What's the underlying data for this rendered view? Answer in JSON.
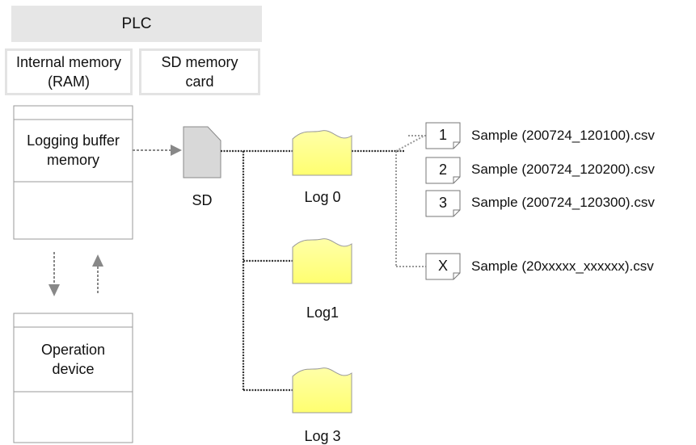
{
  "plc": {
    "title": "PLC",
    "internal_memory": "Internal memory\n(RAM)",
    "sd_card": "SD memory\ncard"
  },
  "buffer": {
    "label": "Logging buffer\nmemory"
  },
  "operation": {
    "label": "Operation\ndevice"
  },
  "sd": {
    "label": "SD"
  },
  "logs": [
    "Log 0",
    "Log1",
    "Log 3"
  ],
  "files": [
    {
      "id": "1",
      "name": "Sample (200724_120100).csv"
    },
    {
      "id": "2",
      "name": "Sample (200724_120200).csv"
    },
    {
      "id": "3",
      "name": "Sample (200724_120300).csv"
    },
    {
      "id": "X",
      "name": "Sample (20xxxxx_xxxxxx).csv"
    }
  ],
  "colors": {
    "folder": "#ffff88",
    "sd_card": "#d8d8d8",
    "plc_bar": "#e6e6e6",
    "connector": "#333333"
  }
}
